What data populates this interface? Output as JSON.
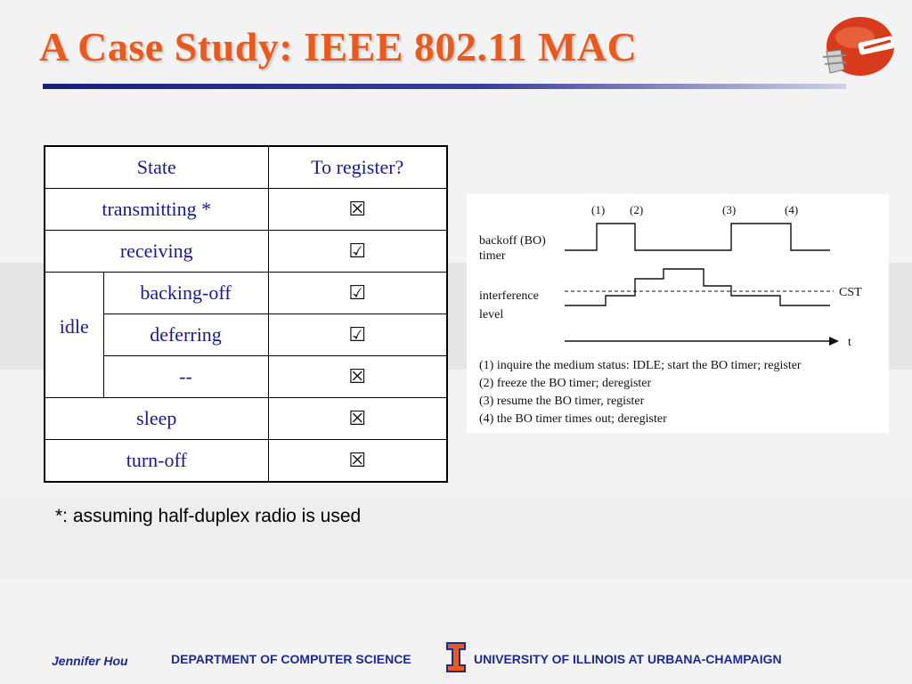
{
  "slide": {
    "title": "A Case Study: IEEE 802.11 MAC",
    "footnote": "*: assuming half-duplex radio is used"
  },
  "table": {
    "headers": [
      "State",
      "To register?"
    ],
    "rows": [
      {
        "state": "transmitting *",
        "mark": "☒"
      },
      {
        "state": "receiving",
        "mark": "☑"
      },
      {
        "group": "idle",
        "state": "backing-off",
        "mark": "☑"
      },
      {
        "group": "idle",
        "state": "deferring",
        "mark": "☑"
      },
      {
        "group": "idle",
        "state": "--",
        "mark": "☒"
      },
      {
        "state": "sleep",
        "mark": "☒"
      },
      {
        "state": "turn-off",
        "mark": "☒"
      }
    ]
  },
  "diagram": {
    "markers": [
      "(1)",
      "(2)",
      "(3)",
      "(4)"
    ],
    "backoff_label": [
      "backoff (BO)",
      "timer"
    ],
    "interference_label": [
      "interference",
      "level"
    ],
    "cst_label": "CST",
    "time_label": "t",
    "legend": [
      "(1) inquire the medium status: IDLE; start the BO timer; register",
      "(2) freeze the BO timer; deregister",
      "(3) resume the BO timer, register",
      "(4) the BO timer times out; deregister"
    ]
  },
  "footer": {
    "author": "Jennifer Hou",
    "department": "DEPARTMENT OF COMPUTER SCIENCE",
    "university": "UNIVERSITY OF ILLINOIS AT URBANA-CHAMPAIGN"
  },
  "colors": {
    "title": "#e85a1d",
    "table_text": "#1a1a8c",
    "footer_text": "#1b2a8c",
    "rule": "#1a1f78"
  },
  "icons": {
    "logo": "football-helmet-icon",
    "footer_mark": "block-i-icon",
    "not_register": "checkbox-crossed-icon",
    "register": "checkbox-checked-icon"
  }
}
